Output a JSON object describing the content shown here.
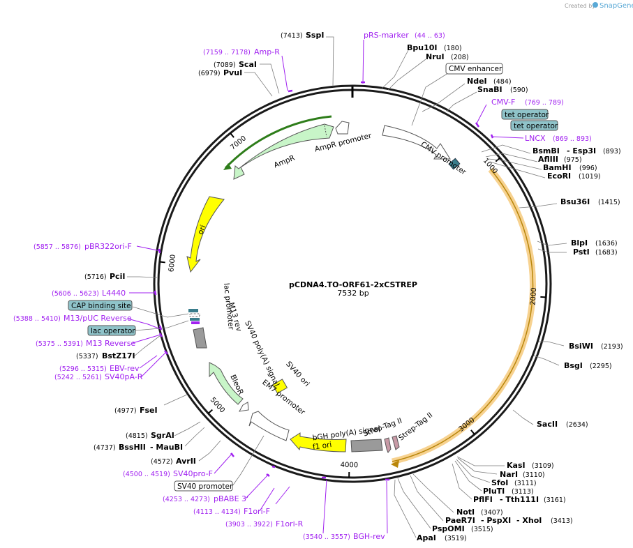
{
  "credit": {
    "prefix": "Created by",
    "brand": "SnapGene"
  },
  "plasmid": {
    "name": "pCDNA4.TO-ORF61-2xCSTREP",
    "length": "7532 bp"
  },
  "ruler": [
    {
      "text": "1000",
      "angle": 49.5,
      "side": "in"
    },
    {
      "text": "2000",
      "angle": 94,
      "side": "in"
    },
    {
      "text": "3000",
      "angle": 141,
      "side": "in"
    },
    {
      "text": "4000",
      "angle": 181,
      "side": "in"
    },
    {
      "text": "5000",
      "angle": 228,
      "side": "in"
    },
    {
      "text": "6000",
      "angle": 276.5,
      "side": "in"
    },
    {
      "text": "7000",
      "angle": 321,
      "side": "in"
    }
  ],
  "enzymes": [
    {
      "name": "SspI",
      "pos": "(7413)",
      "color": "#000000"
    },
    {
      "name": "ScaI",
      "pos": "(7089)",
      "color": "#000000"
    },
    {
      "name": "PvuI",
      "pos": "(6979)",
      "color": "#000000"
    },
    {
      "name": "Bpu10I",
      "pos": "(180)",
      "color": "#000000"
    },
    {
      "name": "NruI",
      "pos": "(208)",
      "color": "#000000"
    },
    {
      "name": "NdeI",
      "pos": "(484)",
      "color": "#000000"
    },
    {
      "name": "SnaBI",
      "pos": "(590)",
      "color": "#000000"
    },
    {
      "name": "BsmBI",
      "pos": "",
      "color": "#000000"
    },
    {
      "name": "- Esp3I",
      "pos": "(893)",
      "color": "#000000"
    },
    {
      "name": "AflIII",
      "pos": "(975)",
      "color": "#000000"
    },
    {
      "name": "BamHI",
      "pos": "(996)",
      "color": "#000000"
    },
    {
      "name": "EcoRI",
      "pos": "(1019)",
      "color": "#000000"
    },
    {
      "name": "Bsu36I",
      "pos": "(1415)",
      "color": "#000000"
    },
    {
      "name": "BlpI",
      "pos": "(1636)",
      "color": "#000000"
    },
    {
      "name": "PstI",
      "pos": "(1683)",
      "color": "#000000"
    },
    {
      "name": "BsiWI",
      "pos": "(2193)",
      "color": "#000000"
    },
    {
      "name": "BsgI",
      "pos": "(2295)",
      "color": "#000000"
    },
    {
      "name": "SacII",
      "pos": "(2634)",
      "color": "#000000"
    },
    {
      "name": "KasI",
      "pos": "(3109)",
      "color": "#000000"
    },
    {
      "name": "NarI",
      "pos": "(3110)",
      "color": "#000000"
    },
    {
      "name": "SfoI",
      "pos": "(3111)",
      "color": "#000000"
    },
    {
      "name": "PluTI",
      "pos": "(3113)",
      "color": "#000000"
    },
    {
      "name": "PflFI",
      "pos": "",
      "color": "#000000"
    },
    {
      "name": "- Tth111I",
      "pos": "(3161)",
      "color": "#000000"
    },
    {
      "name": "NotI",
      "pos": "(3407)",
      "color": "#000000"
    },
    {
      "name": "PaeR7I",
      "pos": "",
      "color": "#000000"
    },
    {
      "name": "- PspXI",
      "pos": "",
      "color": "#000000"
    },
    {
      "name": "- XhoI",
      "pos": "(3413)",
      "color": "#000000"
    },
    {
      "name": "PspOMI",
      "pos": "(3515)",
      "color": "#000000"
    },
    {
      "name": "ApaI",
      "pos": "(3519)",
      "color": "#000000"
    },
    {
      "name": "PciI",
      "pos": "(5716)",
      "color": "#000000"
    },
    {
      "name": "BstZ17I",
      "pos": "(5337)",
      "color": "#000000"
    },
    {
      "name": "FseI",
      "pos": "(4977)",
      "color": "#000000"
    },
    {
      "name": "SgrAI",
      "pos": "(4815)",
      "color": "#000000"
    },
    {
      "name": "BssHII",
      "pos": "(4737)",
      "color": "#000000"
    },
    {
      "name": "- MauBI",
      "pos": "",
      "color": "#000000"
    },
    {
      "name": "AvrII",
      "pos": "(4572)",
      "color": "#000000"
    }
  ],
  "primers": [
    {
      "name": "pRS-marker",
      "pos": "(44 .. 63)"
    },
    {
      "name": "Amp-R",
      "pos": "(7159 .. 7178)"
    },
    {
      "name": "CMV-F",
      "pos": "(769 .. 789)"
    },
    {
      "name": "LNCX",
      "pos": "(869 .. 893)"
    },
    {
      "name": "pBR322ori-F",
      "pos": "(5857 .. 5876)"
    },
    {
      "name": "L4440",
      "pos": "(5606 .. 5623)"
    },
    {
      "name": "M13/pUC Reverse",
      "pos": "(5388 .. 5410)"
    },
    {
      "name": "M13 Reverse",
      "pos": "(5375 .. 5391)"
    },
    {
      "name": "EBV-rev",
      "pos": "(5296 .. 5315)"
    },
    {
      "name": "SV40pA-R",
      "pos": "(5242 .. 5261)"
    },
    {
      "name": "SV40pro-F",
      "pos": "(4500 .. 4519)"
    },
    {
      "name": "pBABE 3'",
      "pos": "(4253 .. 4273)"
    },
    {
      "name": "F1ori-F",
      "pos": "(4113 .. 4134)"
    },
    {
      "name": "F1ori-R",
      "pos": "(3903 .. 3922)"
    },
    {
      "name": "BGH-rev",
      "pos": "(3540 .. 3557)"
    }
  ],
  "boxed_labels": [
    {
      "text": "CMV enhancer",
      "fill": "#ffffff"
    },
    {
      "text": "tet operator",
      "fill": "#8fc3c9"
    },
    {
      "text": "tet operator",
      "fill": "#8fc3c9"
    },
    {
      "text": "CAP binding site",
      "fill": "#8fc3c9"
    },
    {
      "text": "lac operator",
      "fill": "#8fc3c9"
    },
    {
      "text": "SV40 promoter",
      "fill": "#ffffff"
    }
  ],
  "features": [
    {
      "text": "AmpR promoter"
    },
    {
      "text": "AmpR"
    },
    {
      "text": "ori"
    },
    {
      "text": "CMV promoter"
    },
    {
      "text": "lac promoter"
    },
    {
      "text": "M13 rev"
    },
    {
      "text": "SV40 poly(A) signal"
    },
    {
      "text": "SV40 ori"
    },
    {
      "text": "BleoR"
    },
    {
      "text": "EM7 promoter"
    },
    {
      "text": "f1 ori"
    },
    {
      "text": "bGH poly(A) signal"
    },
    {
      "text": "Strep-Tag II"
    },
    {
      "text": "Strep-Tag II"
    }
  ],
  "colors": {
    "backbone": "#1a1a1a",
    "ampR": "#c8f5c8",
    "ori": "#ffff00",
    "promoter": "#ffffff",
    "operator": "#3a7d8c",
    "orf_highlight": "#f6cd84",
    "primer": "#a020f0",
    "strep": "#c79aa6",
    "polyA": "#9a9a9a"
  }
}
